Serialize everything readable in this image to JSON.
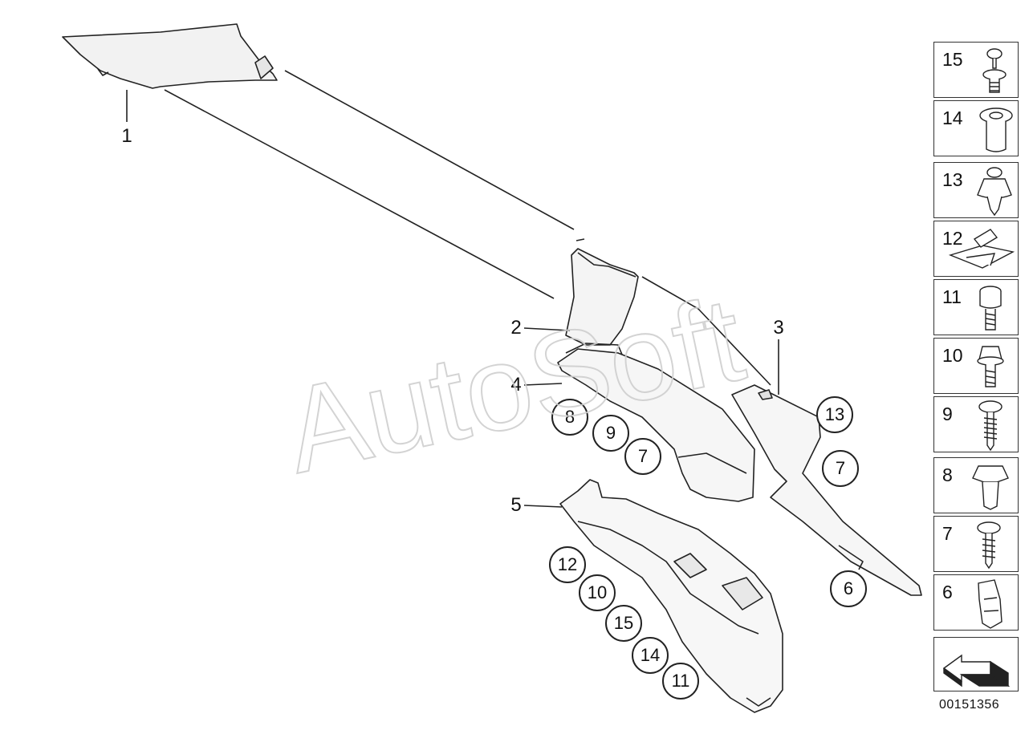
{
  "watermark": "AutoSoft",
  "document_number": "00151356",
  "callouts": {
    "c1": "1",
    "c2": "2",
    "c3": "3",
    "c4": "4",
    "c5": "5"
  },
  "circled": {
    "a8": "8",
    "a9": "9",
    "a7": "7",
    "a13": "13",
    "b7": "7",
    "b6": "6",
    "c12": "12",
    "c10": "10",
    "c15": "15",
    "c14": "14",
    "c11": "11"
  },
  "legend": [
    {
      "num": "15",
      "icon": "push-rivet-icon"
    },
    {
      "num": "14",
      "icon": "expanding-nut-icon"
    },
    {
      "num": "13",
      "icon": "clip-stud-icon"
    },
    {
      "num": "12",
      "icon": "spring-nut-icon"
    },
    {
      "num": "11",
      "icon": "socket-bolt-icon"
    },
    {
      "num": "10",
      "icon": "hex-bolt-icon"
    },
    {
      "num": "9",
      "icon": "screw-icon"
    },
    {
      "num": "8",
      "icon": "clip-nut-icon"
    },
    {
      "num": "7",
      "icon": "oval-head-screw-icon"
    },
    {
      "num": "6",
      "icon": "spring-clip-icon"
    },
    {
      "num": "",
      "icon": "direction-arrow-icon"
    }
  ]
}
